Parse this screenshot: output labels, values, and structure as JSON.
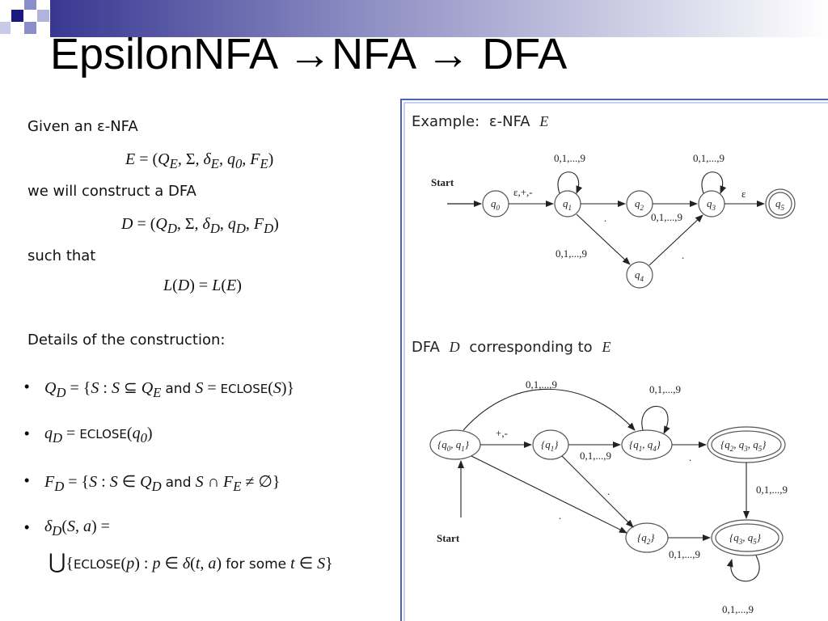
{
  "title": "EpsilonNFA →NFA → DFA",
  "left": {
    "given": "Given an ε-NFA",
    "eq_e": "E = (Q_E, Σ, δ_E, q_0, F_E)",
    "construct": "we will construct a DFA",
    "eq_d": "D = (Q_D, Σ, δ_D, q_D, F_D)",
    "such_that": "such that",
    "eq_l": "L(D) = L(E)",
    "details": "Details of the construction:",
    "b1_and": "and",
    "b1_eclose": "ECLOSE",
    "b2_eclose": "ECLOSE",
    "b3_and": "and",
    "b5_eclose": "ECLOSE",
    "b5_for": "for some"
  },
  "right": {
    "example_title": "Example:",
    "example_sub": "ε-NFA",
    "example_var": "E",
    "dfa_title": "DFA",
    "dfa_var": "D",
    "dfa_mid": "corresponding to",
    "dfa_var2": "E",
    "start1": "Start",
    "start2": "Start",
    "lbl_eps_pm": "ε,+,-",
    "lbl_loop1": "0,1,...,9",
    "lbl_loop3": "0,1,...,9",
    "lbl_eps": "ε",
    "lbl_q2q3": "0,1,...,9",
    "lbl_q1q4": "0,1,...,9",
    "lbl_dot_q1q2": ".",
    "lbl_dot_q4q3": ".",
    "d_lbl_top": "0,1,...,9",
    "d_lbl_pm": "+,-",
    "d_lbl_q1_q14": "0,1,...,9",
    "d_lbl_loop14": "0,1,...,9",
    "d_lbl_dot_14_235": ".",
    "d_lbl_235_35": "0,1,...,9",
    "d_lbl_dot_q1_q2": ".",
    "d_lbl_dot_q01_q2": ".",
    "d_lbl_q2_q35": "0,1,...,9",
    "d_lbl_loop35": "0,1,...,9"
  }
}
